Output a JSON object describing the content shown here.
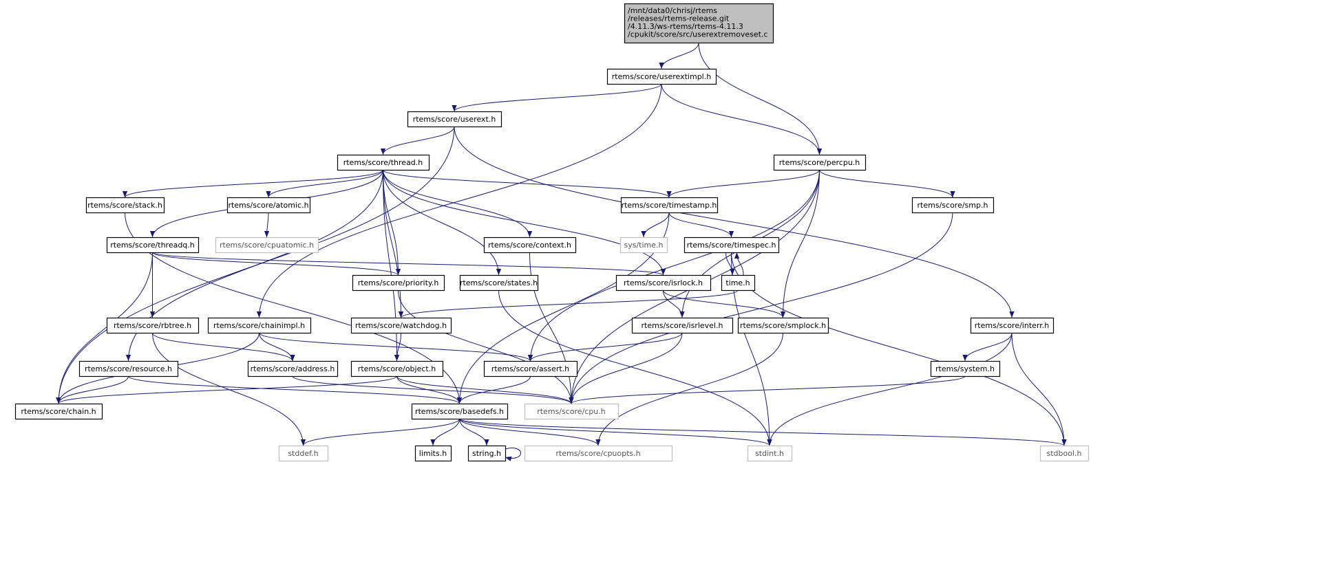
{
  "colors": {
    "edge": "#191970",
    "root_fill": "#bfbfbf",
    "external_border": "#bfbfbf"
  },
  "nodes": [
    {
      "id": "root",
      "label": [
        "/mnt/data0/chrisj/rtems",
        "/releases/rtems-release.git",
        "/4.11.3/ws-rtems/rtems-4.11.3",
        "/cpukit/score/src/userextremoveset.c"
      ],
      "kind": "root"
    },
    {
      "id": "userextimpl",
      "label": [
        "rtems/score/userextimpl.h"
      ]
    },
    {
      "id": "userext",
      "label": [
        "rtems/score/userext.h"
      ]
    },
    {
      "id": "thread",
      "label": [
        "rtems/score/thread.h"
      ]
    },
    {
      "id": "percpu",
      "label": [
        "rtems/score/percpu.h"
      ]
    },
    {
      "id": "stack",
      "label": [
        "rtems/score/stack.h"
      ]
    },
    {
      "id": "atomic",
      "label": [
        "rtems/score/atomic.h"
      ]
    },
    {
      "id": "timestamp",
      "label": [
        "rtems/score/timestamp.h"
      ]
    },
    {
      "id": "smp",
      "label": [
        "rtems/score/smp.h"
      ]
    },
    {
      "id": "cpuatomic",
      "label": [
        "rtems/score/cpuatomic.h"
      ],
      "kind": "ext"
    },
    {
      "id": "threadq",
      "label": [
        "rtems/score/threadq.h"
      ]
    },
    {
      "id": "context",
      "label": [
        "rtems/score/context.h"
      ]
    },
    {
      "id": "systime",
      "label": [
        "sys/time.h"
      ],
      "kind": "ext"
    },
    {
      "id": "timespec",
      "label": [
        "rtems/score/timespec.h"
      ]
    },
    {
      "id": "priority",
      "label": [
        "rtems/score/priority.h"
      ]
    },
    {
      "id": "states",
      "label": [
        "rtems/score/states.h"
      ]
    },
    {
      "id": "isrlock",
      "label": [
        "rtems/score/isrlock.h"
      ]
    },
    {
      "id": "time",
      "label": [
        "time.h"
      ]
    },
    {
      "id": "rbtree",
      "label": [
        "rtems/score/rbtree.h"
      ]
    },
    {
      "id": "chainimpl",
      "label": [
        "rtems/score/chainimpl.h"
      ]
    },
    {
      "id": "watchdog",
      "label": [
        "rtems/score/watchdog.h"
      ]
    },
    {
      "id": "isrlevel",
      "label": [
        "rtems/score/isrlevel.h"
      ]
    },
    {
      "id": "smplock",
      "label": [
        "rtems/score/smplock.h"
      ]
    },
    {
      "id": "interr",
      "label": [
        "rtems/score/interr.h"
      ]
    },
    {
      "id": "resource",
      "label": [
        "rtems/score/resource.h"
      ]
    },
    {
      "id": "address",
      "label": [
        "rtems/score/address.h"
      ]
    },
    {
      "id": "object",
      "label": [
        "rtems/score/object.h"
      ]
    },
    {
      "id": "assert",
      "label": [
        "rtems/score/assert.h"
      ]
    },
    {
      "id": "system",
      "label": [
        "rtems/system.h"
      ]
    },
    {
      "id": "chain",
      "label": [
        "rtems/score/chain.h"
      ]
    },
    {
      "id": "basedefs",
      "label": [
        "rtems/score/basedefs.h"
      ]
    },
    {
      "id": "cpu",
      "label": [
        "rtems/score/cpu.h"
      ],
      "kind": "ext"
    },
    {
      "id": "stddef",
      "label": [
        "stddef.h"
      ],
      "kind": "ext"
    },
    {
      "id": "limits",
      "label": [
        "limits.h"
      ]
    },
    {
      "id": "string",
      "label": [
        "string.h"
      ]
    },
    {
      "id": "cpuopts",
      "label": [
        "rtems/score/cpuopts.h"
      ],
      "kind": "ext"
    },
    {
      "id": "stdint",
      "label": [
        "stdint.h"
      ],
      "kind": "ext"
    },
    {
      "id": "stdbool",
      "label": [
        "stdbool.h"
      ],
      "kind": "ext"
    }
  ],
  "edges": [
    [
      "root",
      "userextimpl"
    ],
    [
      "root",
      "percpu"
    ],
    [
      "userextimpl",
      "userext"
    ],
    [
      "userextimpl",
      "percpu"
    ],
    [
      "userextimpl",
      "chainimpl"
    ],
    [
      "userext",
      "thread"
    ],
    [
      "userext",
      "interr"
    ],
    [
      "userext",
      "chain"
    ],
    [
      "thread",
      "stack"
    ],
    [
      "thread",
      "atomic"
    ],
    [
      "thread",
      "threadq"
    ],
    [
      "thread",
      "timestamp"
    ],
    [
      "thread",
      "context"
    ],
    [
      "thread",
      "priority"
    ],
    [
      "thread",
      "states"
    ],
    [
      "thread",
      "isrlock"
    ],
    [
      "thread",
      "watchdog"
    ],
    [
      "thread",
      "object"
    ],
    [
      "thread",
      "resource"
    ],
    [
      "stack",
      "basedefs"
    ],
    [
      "atomic",
      "cpuatomic"
    ],
    [
      "timestamp",
      "systime"
    ],
    [
      "timestamp",
      "timespec"
    ],
    [
      "timestamp",
      "basedefs"
    ],
    [
      "threadq",
      "rbtree"
    ],
    [
      "threadq",
      "priority"
    ],
    [
      "threadq",
      "isrlock"
    ],
    [
      "threadq",
      "chain"
    ],
    [
      "context",
      "cpu"
    ],
    [
      "timespec",
      "time"
    ],
    [
      "timespec",
      "stdint"
    ],
    [
      "timespec",
      "stdbool"
    ],
    [
      "time",
      "timespec"
    ],
    [
      "time",
      "watchdog"
    ],
    [
      "priority",
      "cpu"
    ],
    [
      "states",
      "stdint"
    ],
    [
      "isrlock",
      "isrlevel"
    ],
    [
      "isrlock",
      "smplock"
    ],
    [
      "percpu",
      "timestamp"
    ],
    [
      "percpu",
      "smp"
    ],
    [
      "percpu",
      "isrlevel"
    ],
    [
      "percpu",
      "smplock"
    ],
    [
      "percpu",
      "assert"
    ],
    [
      "percpu",
      "cpu"
    ],
    [
      "smp",
      "cpu"
    ],
    [
      "rbtree",
      "stddef"
    ],
    [
      "rbtree",
      "address"
    ],
    [
      "chainimpl",
      "address"
    ],
    [
      "chainimpl",
      "assert"
    ],
    [
      "chainimpl",
      "chain"
    ],
    [
      "watchdog",
      "object"
    ],
    [
      "isrlevel",
      "assert"
    ],
    [
      "isrlevel",
      "cpu"
    ],
    [
      "smplock",
      "cpuopts"
    ],
    [
      "interr",
      "system"
    ],
    [
      "interr",
      "stdint"
    ],
    [
      "interr",
      "stdbool"
    ],
    [
      "resource",
      "chain"
    ],
    [
      "resource",
      "basedefs"
    ],
    [
      "address",
      "cpu"
    ],
    [
      "object",
      "chain"
    ],
    [
      "object",
      "basedefs"
    ],
    [
      "object",
      "cpu"
    ],
    [
      "assert",
      "basedefs"
    ],
    [
      "system",
      "cpu"
    ],
    [
      "basedefs",
      "stddef"
    ],
    [
      "basedefs",
      "limits"
    ],
    [
      "basedefs",
      "string"
    ],
    [
      "basedefs",
      "cpuopts"
    ],
    [
      "basedefs",
      "stdint"
    ],
    [
      "basedefs",
      "stdbool"
    ],
    [
      "string",
      "string"
    ]
  ]
}
